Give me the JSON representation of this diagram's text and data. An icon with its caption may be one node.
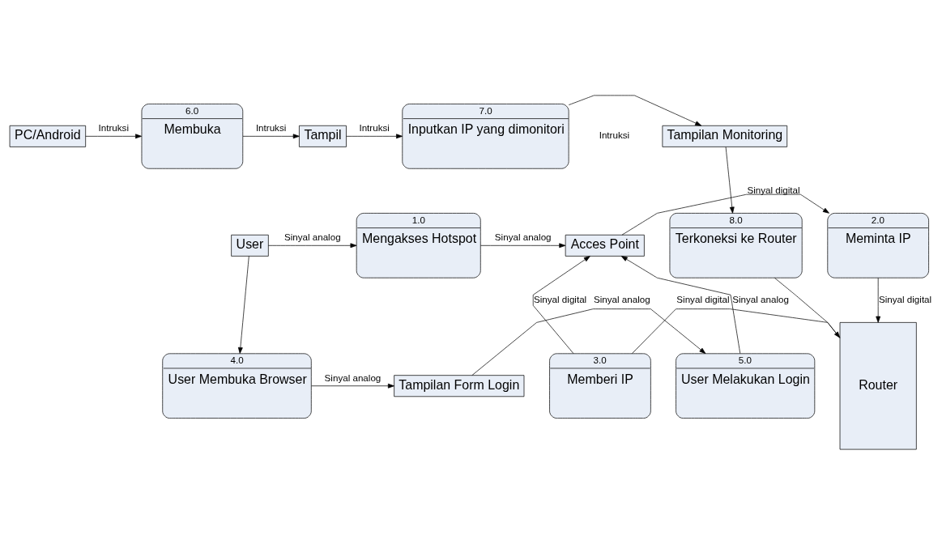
{
  "diagram": {
    "nodes": [
      {
        "text": [
          "User"
        ]
      },
      {
        "text": [
          "1.0",
          "Mengakses Hotspot"
        ]
      },
      {
        "text": [
          "Acces Point"
        ]
      },
      {
        "text": [
          "2.0",
          "Meminta IP"
        ]
      },
      {
        "text": [
          "Router"
        ]
      },
      {
        "text": [
          "4.0",
          "User Membuka Browser"
        ]
      },
      {
        "text": [
          "Tampilan Form Login"
        ]
      },
      {
        "text": [
          "5.0",
          "User Melakukan Login"
        ]
      },
      {
        "text": [
          "3.0",
          "Memberi IP"
        ]
      },
      {
        "text": [
          "PC/Android"
        ]
      },
      {
        "text": [
          "6.0",
          "Membuka"
        ]
      },
      {
        "text": [
          "Tampil"
        ]
      },
      {
        "text": [
          "7.0",
          "Inputkan IP yang dimonitori"
        ]
      },
      {
        "text": [
          "Tampilan Monitoring"
        ]
      },
      {
        "text": [
          "8.0",
          "Terkoneksi ke Router"
        ]
      }
    ],
    "edges": [
      {
        "from": 0,
        "to": 1,
        "arrow": "to",
        "label": "Sinyal analog"
      },
      {
        "from": 1,
        "to": 2,
        "arrow": "to",
        "label": "Sinyal analog"
      },
      {
        "from": 2,
        "to": 3,
        "arrow": "to",
        "label": "Sinyal digital"
      },
      {
        "from": 3,
        "to": 4,
        "arrow": "to",
        "label": "Sinyal digital"
      },
      {
        "from": 0,
        "to": 5,
        "arrow": "to"
      },
      {
        "from": 5,
        "to": 6,
        "arrow": "to",
        "label": "Sinyal analog"
      },
      {
        "from": 6,
        "to": 7,
        "arrow": "to",
        "label": "Sinyal analog"
      },
      {
        "from": 7,
        "to": 2,
        "arrow": "to",
        "label": "Sinyal analog"
      },
      {
        "from": 8,
        "to": 2,
        "arrow": "to",
        "label": "Sinyal digital"
      },
      {
        "from": 8,
        "to": 4,
        "arrow": "none",
        "label": "Sinyal digital"
      },
      {
        "from": 9,
        "to": 10,
        "arrow": "to",
        "label": "Intruksi"
      },
      {
        "from": 10,
        "to": 11,
        "arrow": "to",
        "label": "Intruksi"
      },
      {
        "from": 11,
        "to": 12,
        "arrow": "to",
        "label": "Intruksi"
      },
      {
        "from": 12,
        "to": 13,
        "arrow": "to"
      },
      {
        "from": 13,
        "to": 14,
        "arrow": "to"
      },
      {
        "from": 14,
        "to": 4,
        "arrow": "to"
      }
    ],
    "labels": [
      "Intruksi"
    ]
  }
}
